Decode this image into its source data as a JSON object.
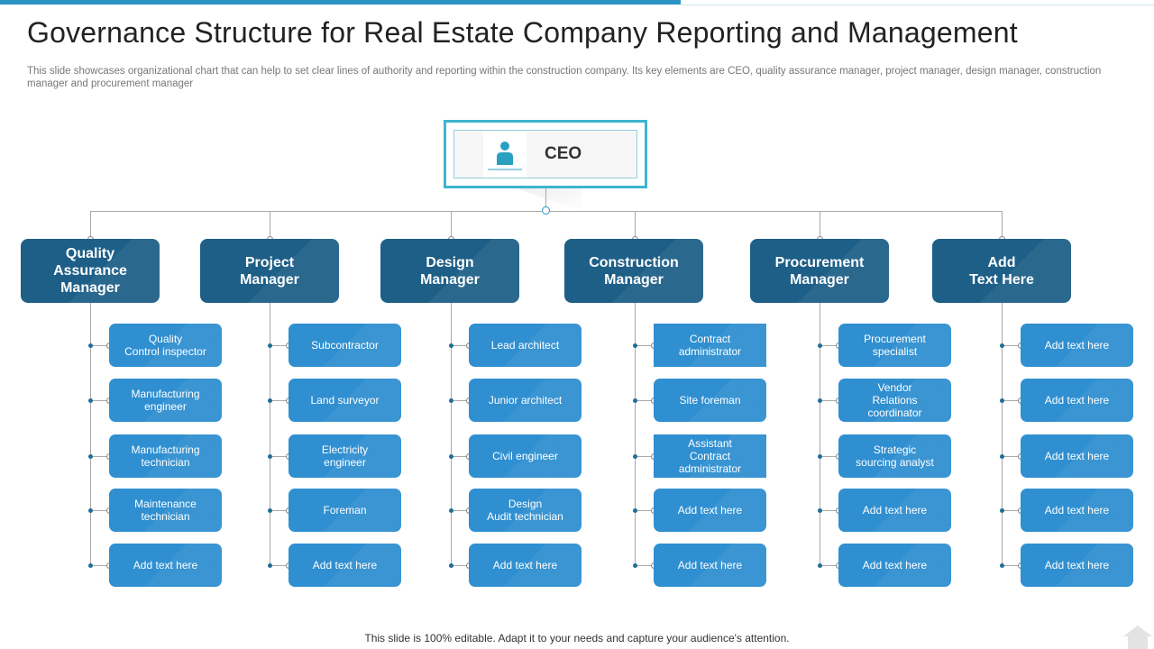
{
  "title": "Governance Structure for Real Estate Company Reporting and Management",
  "subtitle": "This slide showcases organizational chart that can help to set clear lines of authority and reporting within the construction company. Its key elements are CEO, quality assurance manager, project manager, design manager, construction manager and procurement manager",
  "ceo": {
    "label": "CEO",
    "icon": "person-icon"
  },
  "columns": [
    {
      "manager": "Quality\nAssurance\nManager",
      "items": [
        "Quality\nControl inspector",
        "Manufacturing\nengineer",
        "Manufacturing\ntechnician",
        "Maintenance\ntechnician",
        "Add text here"
      ]
    },
    {
      "manager": "Project\nManager",
      "items": [
        "Subcontractor",
        "Land surveyor",
        "Electricity\nengineer",
        "Foreman",
        "Add text here"
      ]
    },
    {
      "manager": "Design\nManager",
      "items": [
        "Lead architect",
        "Junior architect",
        "Civil engineer",
        "Design\nAudit technician",
        "Add text here"
      ]
    },
    {
      "manager": "Construction\nManager",
      "items": [
        "Contract\nadministrator",
        "Site foreman",
        "Assistant\nContract\nadministrator",
        "Add text here",
        "Add text here"
      ]
    },
    {
      "manager": "Procurement\nManager",
      "items": [
        "Procurement\nspecialist",
        "Vendor\nRelations\ncoordinator",
        "Strategic\nsourcing analyst",
        "Add text here",
        "Add text here"
      ]
    },
    {
      "manager": "Add\nText Here",
      "items": [
        "Add text here",
        "Add text here",
        "Add text here",
        "Add text here",
        "Add text here"
      ]
    }
  ],
  "footer": "This slide is 100% editable. Adapt it to your needs and capture your audience's attention.",
  "colors": {
    "accent": "#2a93c4",
    "manager": "#1e5f87",
    "item": "#2f8fd0",
    "ceo_border": "#3fb4cf"
  }
}
